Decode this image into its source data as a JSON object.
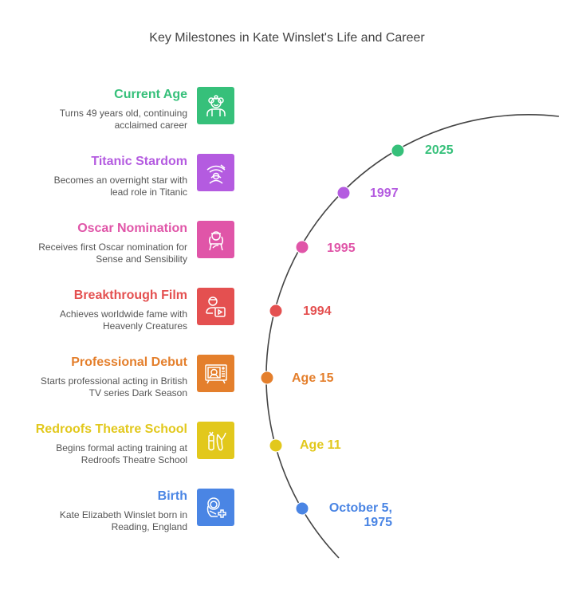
{
  "title": "Key Milestones in Kate Winslet's Life and Career",
  "milestones": [
    {
      "heading": "Current Age",
      "desc1": "Turns 49 years old, continuing",
      "desc2": "acclaimed career",
      "date": "2025",
      "color": "#36c07a",
      "icon": "elderly-woman-icon"
    },
    {
      "heading": "Titanic Stardom",
      "desc1": "Becomes an overnight star with",
      "desc2": "lead role in Titanic",
      "date": "1997",
      "color": "#b45be0",
      "icon": "ship-star-icon"
    },
    {
      "heading": "Oscar Nomination",
      "desc1": "Receives first Oscar nomination for",
      "desc2": "Sense and Sensibility",
      "date": "1995",
      "color": "#e055a8",
      "icon": "goddess-icon"
    },
    {
      "heading": "Breakthrough Film",
      "desc1": "Achieves worldwide fame with",
      "desc2": "Heavenly Creatures",
      "date": "1994",
      "color": "#e45050",
      "icon": "actor-video-icon"
    },
    {
      "heading": "Professional Debut",
      "desc1": "Starts professional acting in British",
      "desc2": "TV series Dark Season",
      "date": "Age 15",
      "color": "#e47f2c",
      "icon": "television-icon"
    },
    {
      "heading": "Redroofs Theatre School",
      "desc1": "Begins formal acting training at",
      "desc2": "Redroofs Theatre School",
      "date": "Age 11",
      "color": "#e2c81c",
      "icon": "ballet-shoes-icon"
    },
    {
      "heading": "Birth",
      "desc1": "Kate Elizabeth Winslet born in",
      "desc2": "Reading, England",
      "date1": "October 5,",
      "date2": "1975",
      "color": "#4a85e4",
      "icon": "baby-icon"
    }
  ]
}
